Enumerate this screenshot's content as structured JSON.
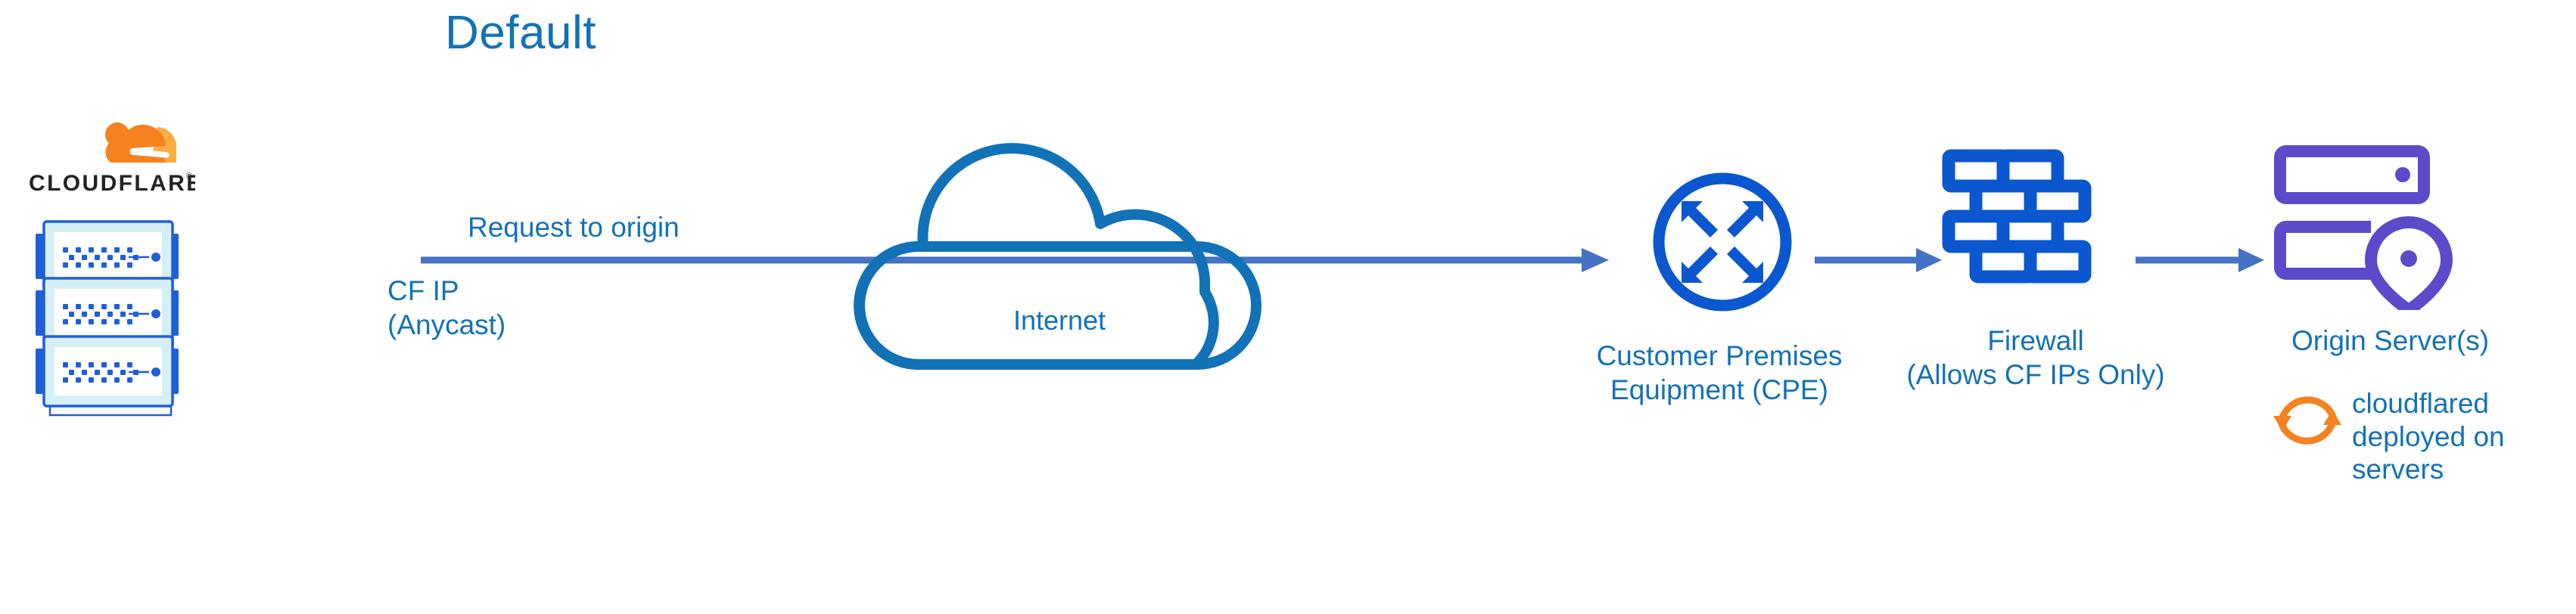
{
  "title": "Default",
  "brand": {
    "logo_text": "CLOUDFLARE",
    "logo_mark": "cloudflare-cloud-logo",
    "trademark": "®",
    "orange": "#F6821F",
    "orange_light": "#FBAD41",
    "wordmark_color": "#232325"
  },
  "colors": {
    "label_blue": "#1272B8",
    "icon_blue": "#0B57D0",
    "arrow_blue": "#4472C4",
    "rack_blue": "#1F5FD8",
    "rack_fill": "#D6EEF6",
    "purple": "#5B4BCB",
    "orange": "#F6821F"
  },
  "edge_nodes": {
    "name": "cloudflare-edge-racks",
    "count": 3,
    "label_primary": "CF IP",
    "label_secondary": "(Anycast)"
  },
  "flow": {
    "request_label": "Request to origin",
    "arrows": [
      {
        "name": "arrow-cloudflare-to-internet-to-cpe",
        "from": "cloudflare-edge",
        "to": "customer-premises-equipment"
      },
      {
        "name": "arrow-cpe-to-firewall",
        "from": "customer-premises-equipment",
        "to": "firewall"
      },
      {
        "name": "arrow-firewall-to-origin",
        "from": "firewall",
        "to": "origin-server"
      }
    ]
  },
  "nodes": {
    "internet": {
      "icon": "cloud-icon",
      "label": "Internet"
    },
    "cpe": {
      "icon": "router-four-arrows-icon",
      "label_line1": "Customer Premises",
      "label_line2": "Equipment (CPE)"
    },
    "firewall": {
      "icon": "brick-wall-icon",
      "label_line1": "Firewall",
      "label_line2": "(Allows CF IPs Only)"
    },
    "origin": {
      "icon": "server-stack-with-location-pin-icon",
      "label": "Origin Server(s)",
      "note_icon": "refresh-sync-icon",
      "note_line1": "cloudflared",
      "note_line2": "deployed on",
      "note_line3": "servers"
    }
  }
}
